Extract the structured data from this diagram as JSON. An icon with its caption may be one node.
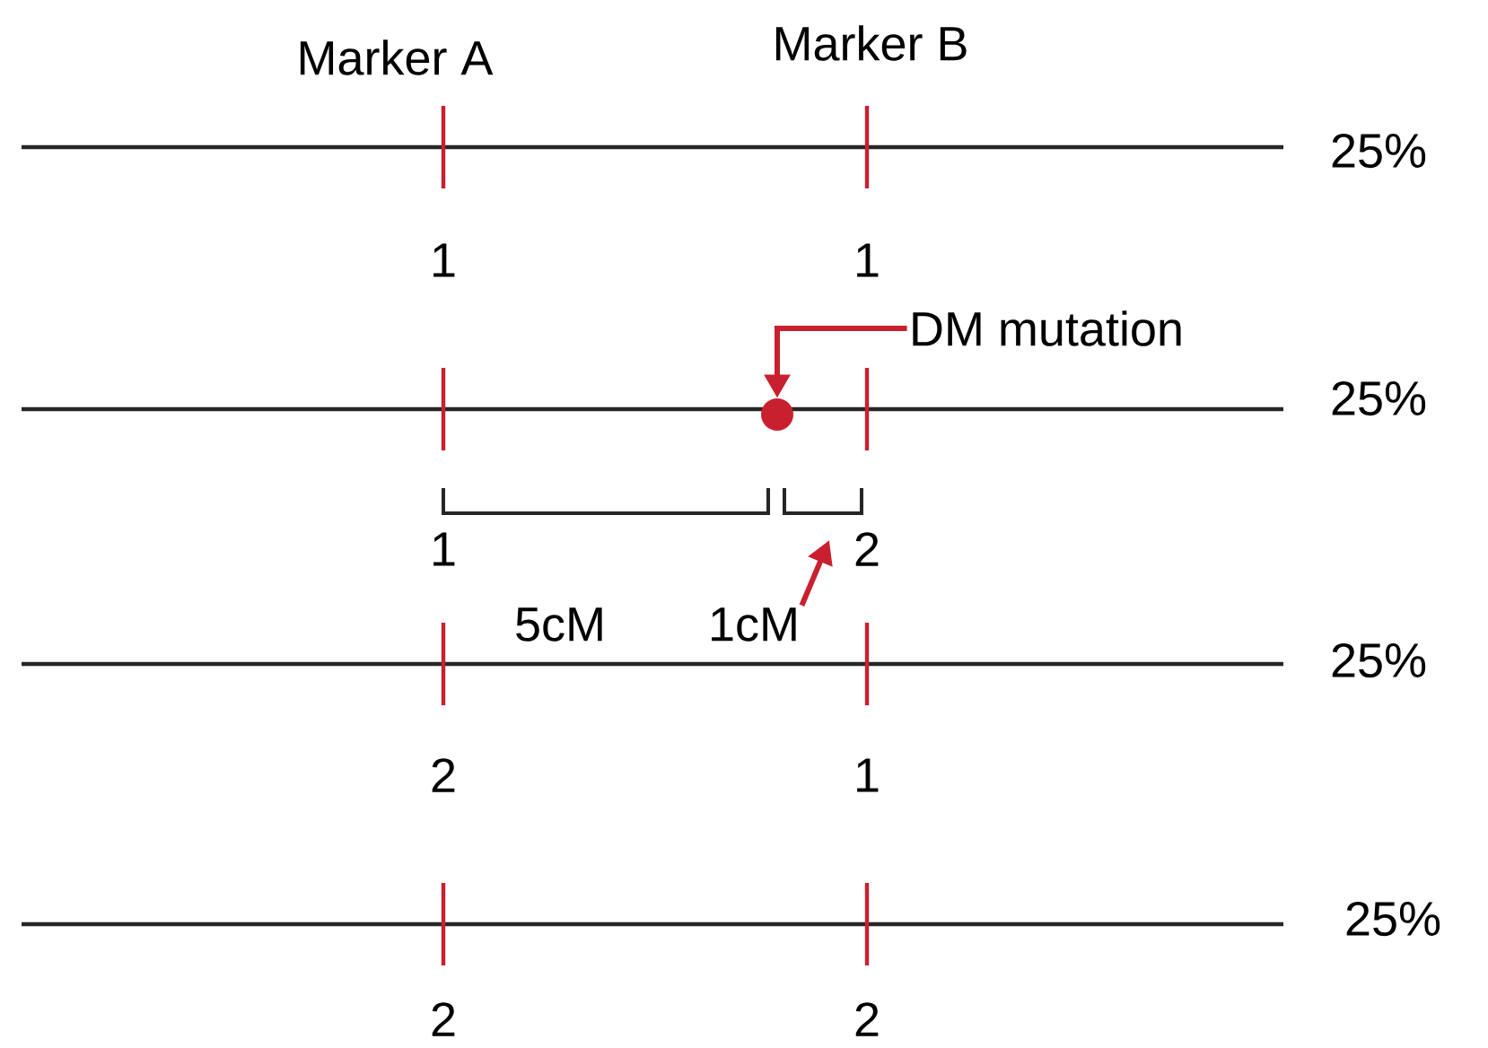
{
  "diagram": {
    "nodes": [
      {
        "text": [
          "DM mutation"
        ]
      },
      {
        "text": [],
        "shape": "circle"
      },
      {
        "text": [
          "1cM"
        ]
      }
    ],
    "edges": [
      {
        "from": 0,
        "to": 1,
        "arrow": "to",
        "color": "#c8202f"
      },
      {
        "from": 2,
        "to": null,
        "arrow": "to",
        "color": "#c8202f"
      }
    ],
    "labels": [
      "Marker A",
      "Marker B",
      "25%",
      "1",
      "1",
      "25%",
      "1",
      "2",
      "5cM",
      "25%",
      "2",
      "1",
      "25%",
      "2",
      "2"
    ]
  }
}
